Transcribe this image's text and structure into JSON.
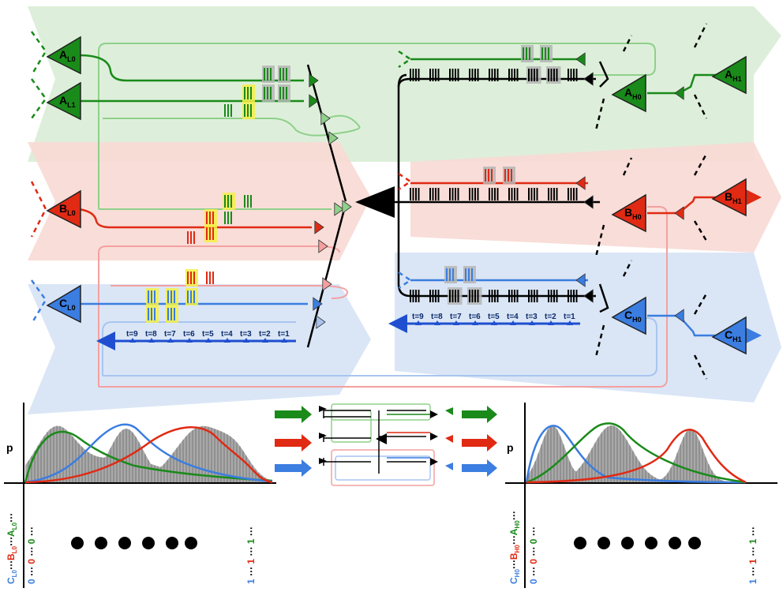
{
  "neurons": {
    "AL0": {
      "base": "A",
      "sub": "L0",
      "color": "#1a8a1a"
    },
    "AL1": {
      "base": "A",
      "sub": "L1",
      "color": "#1a8a1a"
    },
    "BL0": {
      "base": "B",
      "sub": "L0",
      "color": "#e02a14"
    },
    "CL0": {
      "base": "C",
      "sub": "L0",
      "color": "#3b7de0"
    },
    "AH0": {
      "base": "A",
      "sub": "H0",
      "color": "#1a8a1a"
    },
    "AH1": {
      "base": "A",
      "sub": "H1",
      "color": "#1a8a1a"
    },
    "BH0": {
      "base": "B",
      "sub": "H0",
      "color": "#e02a14"
    },
    "BH1": {
      "base": "B",
      "sub": "H1",
      "color": "#e02a14"
    },
    "CH0": {
      "base": "C",
      "sub": "H0",
      "color": "#3b7de0"
    },
    "CH1": {
      "base": "C",
      "sub": "H1",
      "color": "#3b7de0"
    }
  },
  "time_axis_left": [
    "t=9",
    "t=8",
    "t=7",
    "t=6",
    "t=5",
    "t=4",
    "t=3",
    "t=2",
    "t=1"
  ],
  "time_axis_right": [
    "t=9",
    "t=8",
    "t=7",
    "t=6",
    "t=5",
    "t=4",
    "t=3",
    "t=2",
    "t=1"
  ],
  "plot_left": {
    "y_label": "p",
    "rows": [
      {
        "name_parts": [
          {
            "base": "C",
            "sub": "L0"
          },
          {
            "base": "B",
            "sub": "L0"
          },
          {
            "base": "A",
            "sub": "L0"
          }
        ],
        "left": [
          "0",
          "0",
          "0"
        ],
        "right": [
          "1",
          "1",
          "1"
        ]
      }
    ],
    "dots_label": [
      "⋯",
      "⋯",
      "⋯"
    ]
  },
  "plot_right": {
    "y_label": "p",
    "rows": [
      {
        "name_parts": [
          {
            "base": "C",
            "sub": "H0"
          },
          {
            "base": "B",
            "sub": "H0"
          },
          {
            "base": "A",
            "sub": "H0"
          }
        ],
        "left": [
          "0",
          "0",
          "0"
        ],
        "right": [
          "1",
          "1",
          "1"
        ]
      }
    ]
  },
  "colors": {
    "green": "#1a8a1a",
    "red": "#e02a14",
    "blue": "#3b7de0",
    "light_green": "#8fd08a",
    "light_red": "#f4a0a0",
    "light_blue": "#a9c4f0"
  }
}
